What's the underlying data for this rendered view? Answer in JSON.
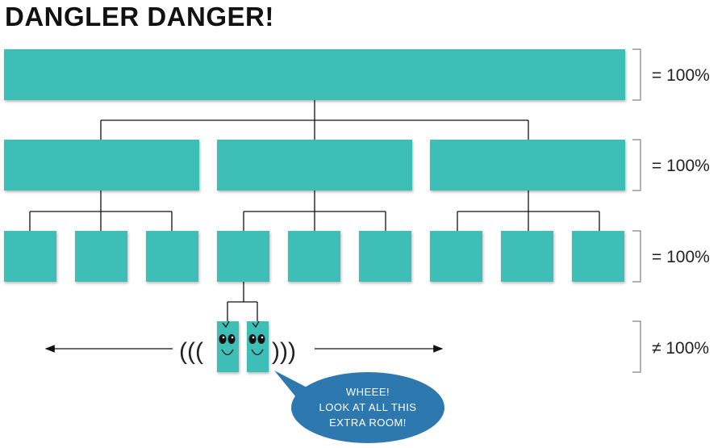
{
  "title": "DANGLER DANGER!",
  "levels": [
    {
      "label": "= 100%"
    },
    {
      "label": "= 100%"
    },
    {
      "label": "= 100%"
    },
    {
      "label": "≠ 100%"
    }
  ],
  "parens": {
    "left": "(((",
    "right": ")))"
  },
  "bubble": {
    "lines": [
      "WHEEE!",
      "LOOK AT ALL THIS",
      "EXTRA ROOM!"
    ]
  },
  "colors": {
    "box": "#3cbfb7",
    "line": "#111111",
    "bubble": "#2e78b0",
    "bracket": "#9a9a9a"
  }
}
